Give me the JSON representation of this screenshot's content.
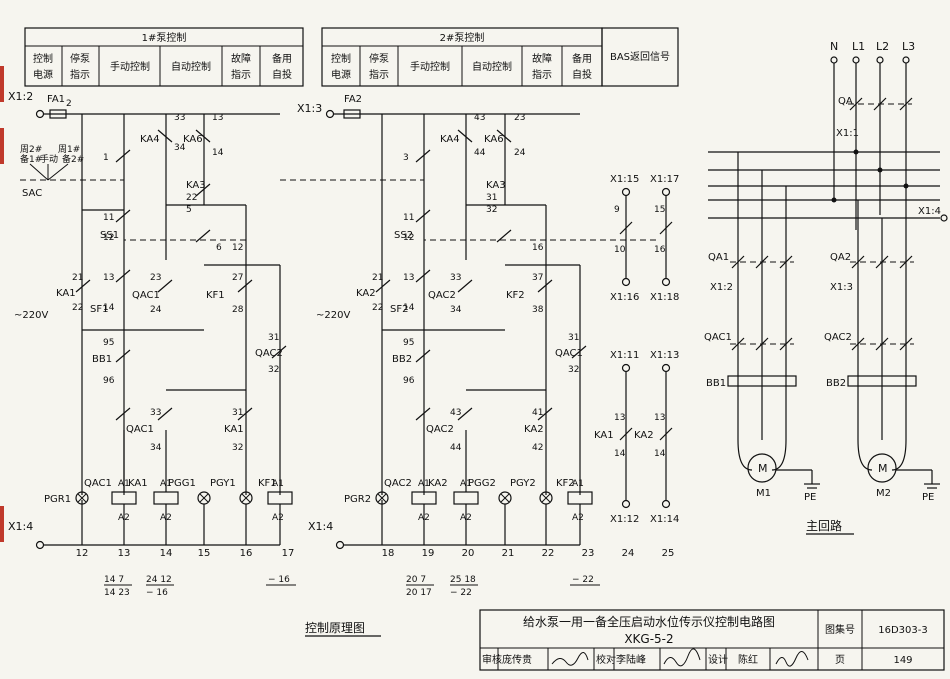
{
  "header": {
    "pump1_title": "1#泵控制",
    "pump2_title": "2#泵控制",
    "cols": [
      "控制\n电源",
      "停泵\n指示",
      "手动控制",
      "自动控制",
      "故障\n指示",
      "备用\n自投"
    ],
    "bas_label": "BAS返回信号"
  },
  "ctrl": {
    "x1_2": "X1:2",
    "x1_3": "X1:3",
    "x1_4": "X1:4",
    "fa1": "FA1",
    "fa2": "FA2",
    "v220": "~220V",
    "sac": "SAC",
    "sac_modes": "周2# 周1#\n备1# 手动 备2#",
    "ss1": "SS1",
    "ss2": "SS2",
    "ka1": "KA1",
    "ka2": "KA2",
    "ka3": "KA3",
    "ka4": "KA4",
    "ka6": "KA6",
    "sf1": "SF1",
    "sf2": "SF2",
    "bb1": "BB1",
    "bb2": "BB2",
    "qac1": "QAC1",
    "qac2": "QAC2",
    "kf1": "KF1",
    "kf2": "KF2",
    "pgr1": "PGR1",
    "pgr2": "PGR2",
    "pgg1": "PGG1",
    "pgg2": "PGG2",
    "pgy1": "PGY1",
    "pgy2": "PGY2",
    "bas_terms": [
      "X1:15",
      "X1:17",
      "X1:16",
      "X1:18",
      "X1:11",
      "X1:13",
      "X1:12",
      "X1:14"
    ]
  },
  "main": {
    "phases": [
      "N",
      "L1",
      "L2",
      "L3"
    ],
    "qa": "QA",
    "x1_1": "X1:1",
    "x1_4": "X1:4",
    "qa1": "QA1",
    "qa2": "QA2",
    "x1_2": "X1:2",
    "x1_3": "X1:3",
    "qac1": "QAC1",
    "qac2": "QAC2",
    "bb1": "BB1",
    "bb2": "BB2",
    "m": "M",
    "m1": "M1",
    "m2": "M2",
    "pe": "PE",
    "caption": "主回路"
  },
  "line_numbers": [
    "12",
    "13",
    "14",
    "15",
    "16",
    "17",
    "18",
    "19",
    "20",
    "21",
    "22",
    "23",
    "24",
    "25"
  ],
  "xref": [
    {
      "top": "14 7",
      "bot": "14 23"
    },
    {
      "top": "24 12",
      "bot": "−  16"
    },
    {
      "top": "−  16",
      "bot": ""
    },
    {
      "top": "20 7",
      "bot": "20 17"
    },
    {
      "top": "25 18",
      "bot": "−  22"
    },
    {
      "top": "−  22",
      "bot": ""
    }
  ],
  "caption_ctrl": "控制原理图",
  "title_block": {
    "title": "给水泵一用一备全压启动水位传示仪控制电路图",
    "code": "XKG-5-2",
    "atlas_label": "图集号",
    "atlas_no": "16D303-3",
    "page_label": "页",
    "page_no": "149",
    "sign_row": [
      "审核",
      "庞传贵",
      "校对",
      "李陆峰",
      "设计",
      "陈红"
    ]
  }
}
